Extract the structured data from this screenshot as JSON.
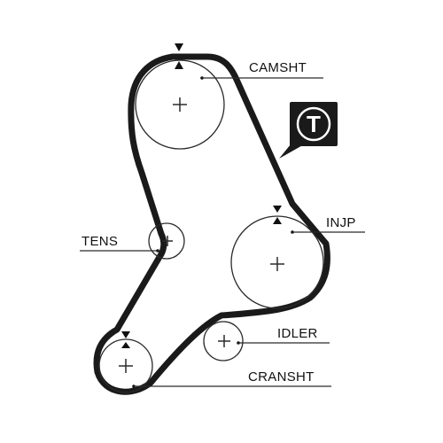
{
  "colors": {
    "belt": "#1a1a1a",
    "line": "#2a2a2a",
    "background": "#ffffff",
    "badge_bg": "#1a1a1a",
    "badge_fg": "#ffffff"
  },
  "badge": {
    "text": "T",
    "icon": "tensioner-badge-icon"
  },
  "labels": {
    "camshaft": "CAMSHT",
    "injection_pump": "INJP",
    "tensioner": "TENS",
    "idler": "IDLER",
    "crankshaft": "CRANSHT"
  }
}
